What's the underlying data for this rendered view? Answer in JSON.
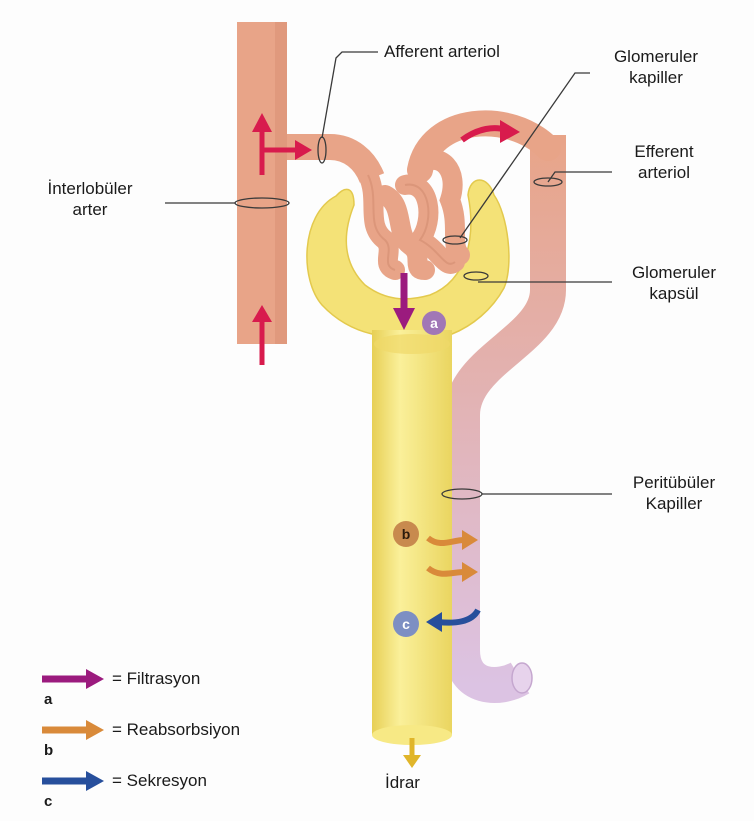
{
  "labels": {
    "afferent_arteriol": "Afferent arteriol",
    "glomeruler_kapiller_1": "Glomeruler",
    "glomeruler_kapiller_2": "kapiller",
    "efferent_arteriol_1": "Efferent",
    "efferent_arteriol_2": "arteriol",
    "interlobuler_arter_1": "İnterlobüler",
    "interlobuler_arter_2": "arter",
    "glomeruler_kapsul_1": "Glomeruler",
    "glomeruler_kapsul_2": "kapsül",
    "peritubuler_kapiller_1": "Peritübüler",
    "peritubuler_kapiller_2": "Kapiller",
    "idrar": "İdrar"
  },
  "badges": {
    "a": "a",
    "b": "b",
    "c": "c"
  },
  "legend": [
    {
      "letter": "a",
      "text": "= Filtrasyon",
      "color": "#9b1b7e"
    },
    {
      "letter": "b",
      "text": "= Reabsorbsiyon",
      "color": "#d98a3a"
    },
    {
      "letter": "c",
      "text": "= Sekresyon",
      "color": "#274f9c"
    }
  ],
  "colors": {
    "artery": "#e8a488",
    "tubule": "#f4e277",
    "capillary": "#dcc3e3",
    "filtration": "#9b1b7e",
    "reabsorption": "#d98a3a",
    "secretion": "#274f9c",
    "blood_flow": "#d81b4d",
    "urine": "#e0b52a"
  }
}
